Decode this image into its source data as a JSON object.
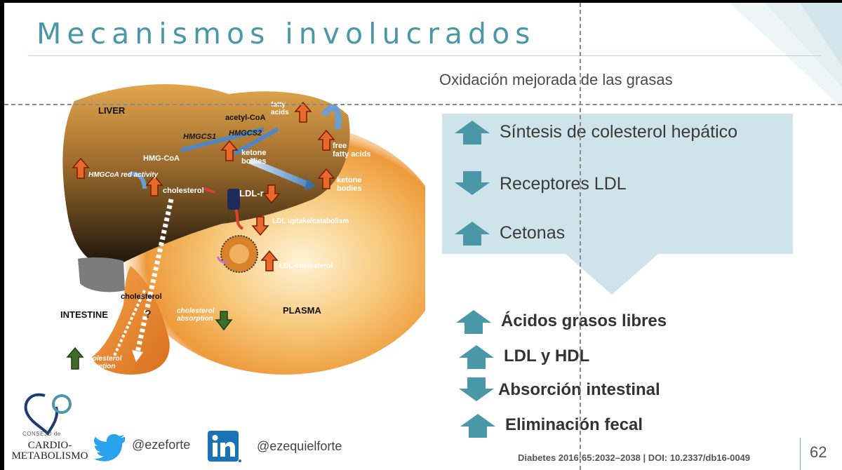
{
  "slide": {
    "title": "Mecanismos involucrados",
    "subtitle": "Oxidación mejorada de las grasas",
    "box_items": [
      {
        "direction": "up",
        "text": "Síntesis de colesterol hepático"
      },
      {
        "direction": "down",
        "text": "Receptores LDL"
      },
      {
        "direction": "up",
        "text": "Cetonas"
      }
    ],
    "result_items": [
      {
        "direction": "up",
        "text": "Ácidos grasos libres"
      },
      {
        "direction": "up",
        "text": "LDL y HDL"
      },
      {
        "direction": "down",
        "text": "Absorción intestinal"
      },
      {
        "direction": "up",
        "text": "Eliminación fecal"
      }
    ],
    "arrow_color": "#4a97a8",
    "box_color": "#cfe3ea"
  },
  "figure": {
    "liver": "LIVER",
    "intestine": "INTESTINE",
    "plasma": "PLASMA",
    "acetyl_coa": "acetyl-CoA",
    "fatty_acids": "fatty\nacids",
    "hmgcs1": "HMGCS1",
    "hmgcs2": "HMGCS2",
    "hmg_coa": "HMG-CoA",
    "ketone_bodies_liver": "ketone\nbodies",
    "free_fatty_acids": "free\nfatty acids",
    "hmgcoa_red": "HMGCoA red activity",
    "cholesterol_liver": "cholesterol",
    "ldl_r": "LDL-r",
    "ketone_bodies_plasma": "ketone\nbodies",
    "ldl_uptake": "LDL uptake/catabolism",
    "ldl_cholesterol": "LDL-cholesterol",
    "cholesterol_intestine": "cholesterol",
    "question": "?",
    "chol_absorption": "cholesterol\nabsorption",
    "chol_excretion": "cholesterol\nexcretion"
  },
  "footer": {
    "logo_small": "CONSEJO de",
    "logo_line1": "CARDIO-",
    "logo_line2": "METABOLISMO",
    "twitter_handle": "@ezeforte",
    "linkedin_handle": "@ezequielforte",
    "citation": "Diabetes 2016;65:2032–2038 | DOI: 10.2337/db16-0049",
    "page_number": "62"
  }
}
